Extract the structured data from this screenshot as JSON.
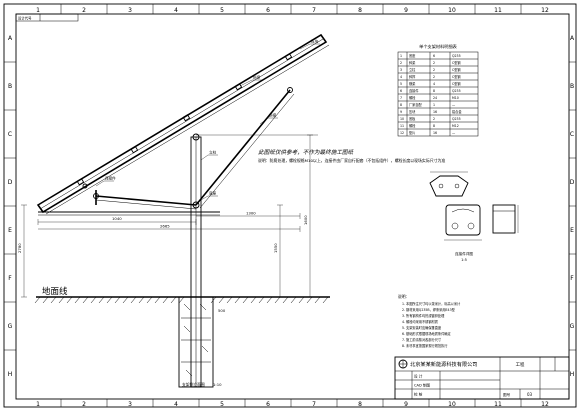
{
  "frame": {
    "col_labels": [
      "1",
      "2",
      "3",
      "4",
      "5",
      "6",
      "7",
      "8",
      "9",
      "10",
      "11",
      "12"
    ],
    "row_labels": [
      "A",
      "B",
      "C",
      "D",
      "E",
      "F",
      "G",
      "H"
    ]
  },
  "top_note": "设计代号",
  "disclaimer": {
    "line1": "此图纸仅供参考，不作为最终施工图纸",
    "line2": "说明：防腐处理，螺栓规格M10以上，连接件由厂家自行配套（不包括组件），螺栓长度以现场实际尺寸为准"
  },
  "ground_label": "地面线",
  "bom_table": {
    "title": "单个支架材料明细表",
    "rows": [
      [
        "1",
        "底座",
        "6",
        "Q235"
      ],
      [
        "2",
        "斜梁",
        "2",
        "C型钢"
      ],
      [
        "3",
        "立柱",
        "2",
        "C型钢"
      ],
      [
        "4",
        "斜撑",
        "2",
        "C型钢"
      ],
      [
        "5",
        "横梁",
        "4",
        "C型钢"
      ],
      [
        "6",
        "连接件",
        "8",
        "Q235"
      ],
      [
        "7",
        "螺栓",
        "24",
        "M10"
      ],
      [
        "8",
        "厂家自配",
        "1",
        "—"
      ],
      [
        "9",
        "压块",
        "16",
        "铝合金"
      ],
      [
        "10",
        "底板",
        "2",
        "Q235"
      ],
      [
        "11",
        "螺栓",
        "8",
        "M12"
      ],
      [
        "12",
        "垫片",
        "16",
        "—"
      ]
    ]
  },
  "detail_label": "连接件详图",
  "detail_scale": "1:5",
  "notes_title": "说明：",
  "notes_lines": [
    "1. 本图所注尺寸均以毫米计，标高以米计",
    "2. 钢材采用Q235B，焊条采用E43型",
    "3. 所有钢构件均热浸镀锌处理",
    "4. 螺栓均采用不锈钢材质",
    "5. 支架安装时应确保垂直度",
    "6. 基础形式根据现场地质条件确定",
    "7. 施工前请核对各部分尺寸",
    "8. 未尽事宜按国家现行规范执行"
  ],
  "section_label": "支架侧立面图",
  "section_scale": "1:10",
  "dimensions": {
    "d1": "1040",
    "d2": "2665",
    "d3": "1300",
    "d4": "2780",
    "d5": "1600",
    "d6": "1550",
    "d7": "500"
  },
  "callouts": {
    "c1": "斜梁",
    "c2": "斜撑",
    "c3": "立柱",
    "c4": "底座",
    "c5": "压块",
    "c6": "连接件"
  },
  "title_block": {
    "company": "北京某某新能源科技有限公司",
    "row1": "设 计",
    "row2": "CAD 制图",
    "row3": "校 核",
    "project": "工程",
    "sheet_label": "图号",
    "sheet_no": "03"
  }
}
